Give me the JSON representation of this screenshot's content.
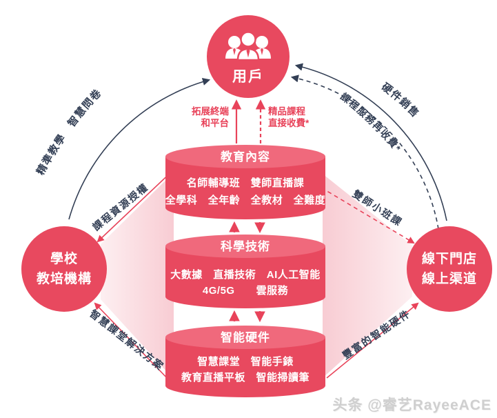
{
  "nodes": {
    "users": {
      "label": "用戶"
    },
    "schools": {
      "line1": "學校",
      "line2": "教培機構"
    },
    "channels": {
      "line1": "線下門店",
      "line2": "線上渠道"
    }
  },
  "cylinders": [
    {
      "title": "教育內容",
      "line1": "名師輔導班　雙師直播課",
      "line2": "全學科　全年齡　全教材　全難度"
    },
    {
      "title": "科學技術",
      "line1": "大數據　直播技術　AI人工智能",
      "line2": "4G/5G　　雲服務"
    },
    {
      "title": "智能硬件",
      "line1": "智慧課堂　智能手錶",
      "line2": "教育直播平板　智能掃讀筆"
    }
  ],
  "flows": {
    "left_arc": "精準教學　智慧問卷",
    "right_arc_solid": "硬件銷售",
    "right_arc_dashed": "課程服務再收費*",
    "up_solid_1": "拓展終端",
    "up_solid_2": "和平台",
    "up_dashed_1": "精品課程",
    "up_dashed_2": "直接收費*",
    "left_upper": "課程資源授權",
    "left_lower": "智慧課堂解決方案",
    "right_upper": "雙師小班課",
    "right_lower": "豐富的智能硬件"
  },
  "watermark": "头条 @睿艺RayeeACE",
  "colors": {
    "red": "#e8495f",
    "red_light": "#f0697c",
    "navy": "#333f55",
    "label_red": "#e8435a",
    "beam_pink": "#f8ccd3"
  }
}
